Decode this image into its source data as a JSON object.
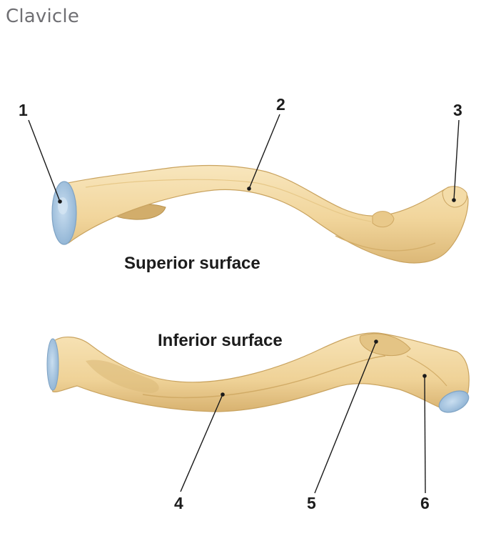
{
  "title": "Clavicle",
  "views": {
    "superior": "Superior surface",
    "inferior": "Inferior surface"
  },
  "markers": [
    "1",
    "2",
    "3",
    "4",
    "5",
    "6"
  ],
  "colors": {
    "bone": "#f3d9a2",
    "bone_shadow": "#d9b674",
    "cartilage": "#a9c8e3",
    "text": "#1c1c1c",
    "title": "#6f6f73"
  }
}
